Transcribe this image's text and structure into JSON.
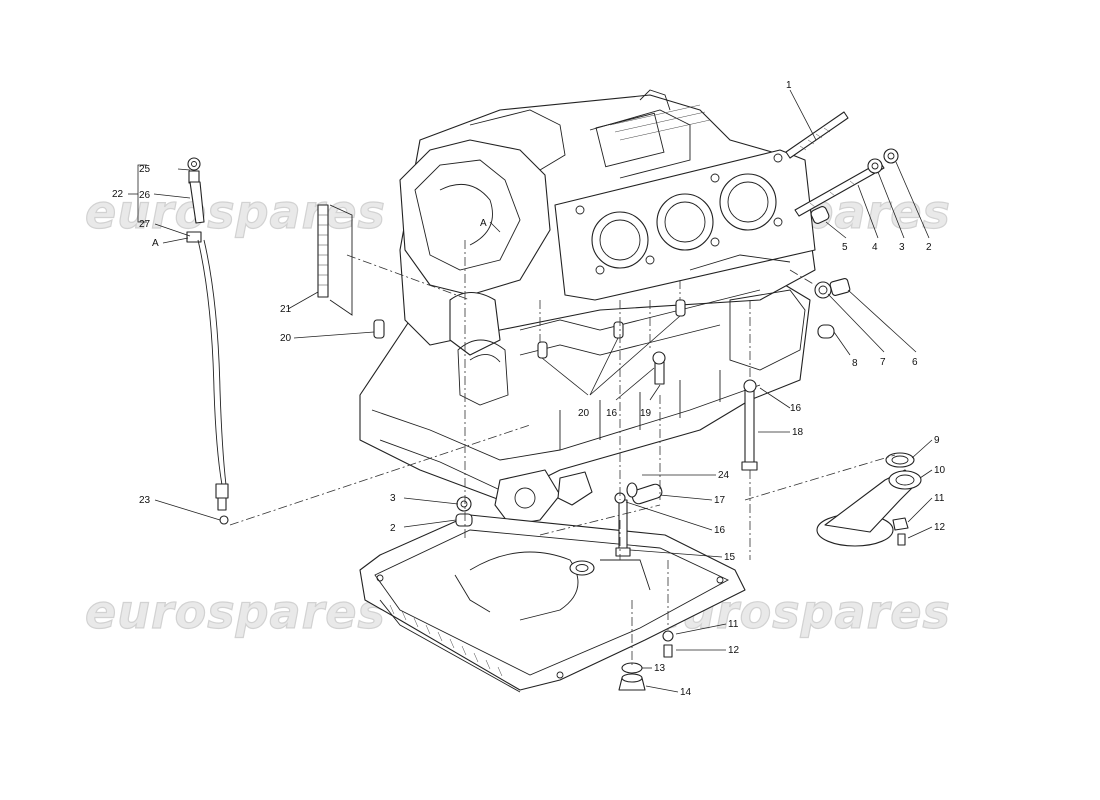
{
  "watermark": {
    "text": "eurospares"
  },
  "callouts": {
    "c1": "1",
    "c2a": "2",
    "c2b": "2",
    "c3a": "3",
    "c3b": "3",
    "c4": "4",
    "c5": "5",
    "c6": "6",
    "c7": "7",
    "c8": "8",
    "c9": "9",
    "c10": "10",
    "c11a": "11",
    "c11b": "11",
    "c12a": "12",
    "c12b": "12",
    "c13": "13",
    "c14": "14",
    "c15": "15",
    "c16a": "16",
    "c16b": "16",
    "c16c": "16",
    "c17": "17",
    "c18": "18",
    "c19": "19",
    "c20a": "20",
    "c20b": "20",
    "c21": "21",
    "c22": "22",
    "c23": "23",
    "c24": "24",
    "c25": "25",
    "c26": "26",
    "c27": "27",
    "cA1": "A",
    "cA2": "A"
  }
}
